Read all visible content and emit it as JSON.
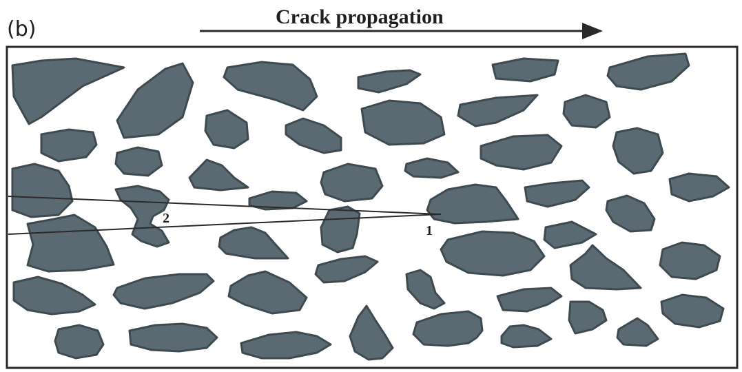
{
  "figure": {
    "panel_label": "(b)",
    "title": "Crack propagation",
    "markers": [
      "2",
      "1"
    ],
    "colors": {
      "particle_fill": "#5b6a72",
      "particle_stroke": "#3e4a50",
      "line": "#2a2a2a",
      "background": "#ffffff"
    }
  }
}
